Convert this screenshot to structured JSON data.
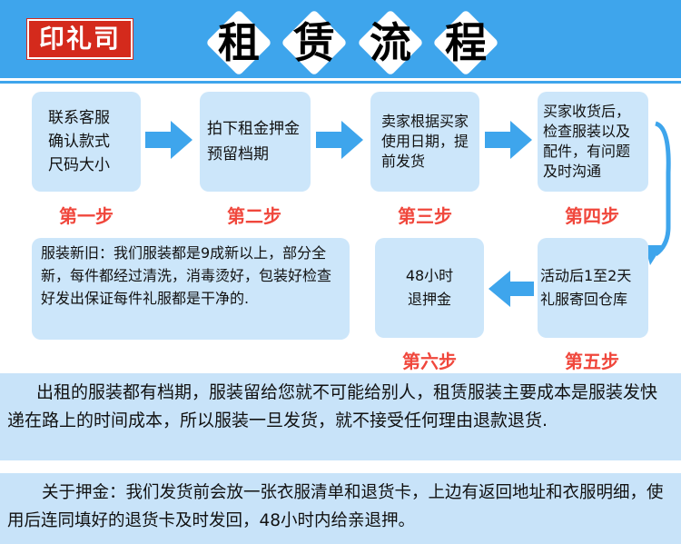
{
  "title": [
    "租",
    "赁",
    "流",
    "程"
  ],
  "steps": [
    {
      "text": "联系客服确认款式尺码大小",
      "label": "第一步"
    },
    {
      "text": "拍下租金押金预留档期",
      "label": "第二步"
    },
    {
      "text": "卖家根据买家使用日期，提前发货",
      "label": "第三步"
    },
    {
      "text": "买家收货后，检查服装以及配件，有问题及时沟通",
      "label": "第四步"
    },
    {
      "text": "活动后1至2天礼服寄回仓库",
      "label": "第五步"
    },
    {
      "text": "48小时退押金",
      "label": "第六步"
    }
  ],
  "note": "服装新旧：我们服装都是9成新以上，部分全新，每件都经过清洗，消毒烫好，包装好检查好发出保证每件礼服都是干净的.",
  "policy": "出租的服装都有档期，服装留给您就不可能给别人，租赁服装主要成本是服装发快递在路上的时间成本，所以服装一旦发货，就不接受任何理由退款退货.",
  "deposit": "关于押金：我们发货前会放一张衣服清单和退货卡，上边有返回地址和衣服明细，使用后连同填好的退货卡及时发回，48小时内给亲退押。",
  "stamp": "印礼司",
  "colors": {
    "blue": "#3ea5ec",
    "box": "#cce6fa",
    "red": "#f0473c"
  }
}
